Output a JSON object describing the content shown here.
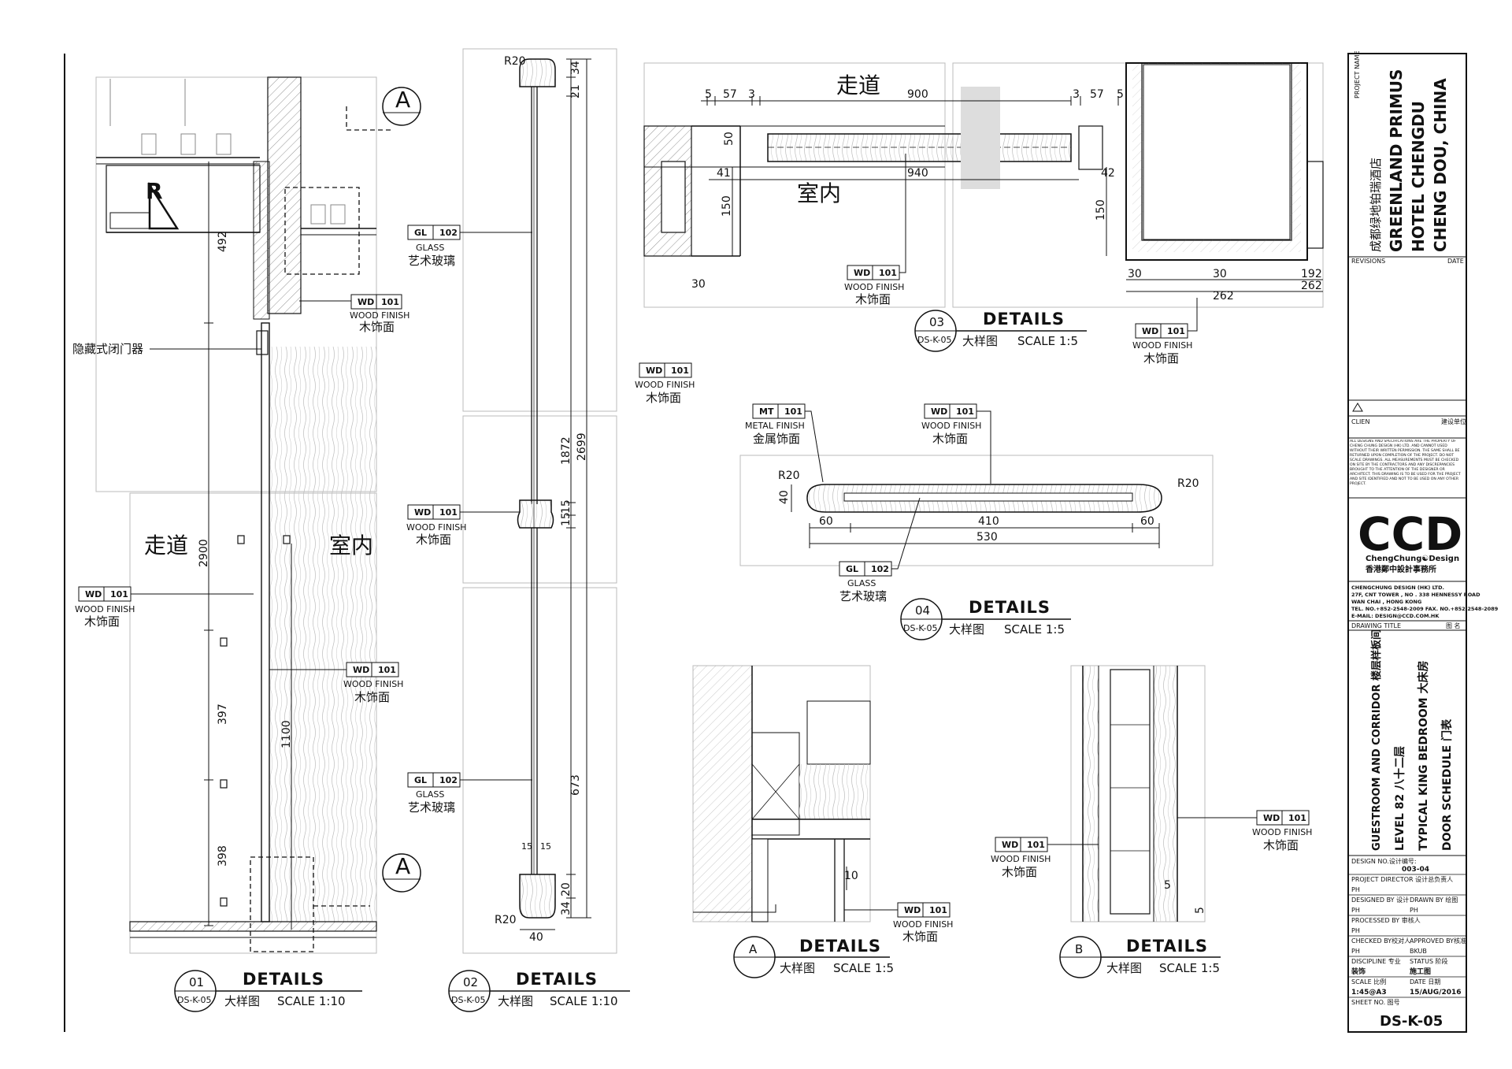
{
  "tags": {
    "wd": {
      "code": "WD",
      "num": "101",
      "en": "WOOD FINISH",
      "cn": "木饰面"
    },
    "gl": {
      "code": "GL",
      "num": "102",
      "en": "GLASS",
      "cn": "艺术玻璃"
    },
    "mt": {
      "code": "MT",
      "num": "101",
      "en": "METAL FINISH",
      "cn": "金属饰面"
    }
  },
  "labels": {
    "corridor": "走道",
    "interior": "室内",
    "closer": "隐藏式闭门器",
    "r": "R",
    "a": "A",
    "b": "B"
  },
  "details": [
    {
      "num": "01",
      "sheet": "DS-K-05",
      "title": "DETAILS",
      "cn": "大样图",
      "scale": "SCALE  1:10"
    },
    {
      "num": "02",
      "sheet": "DS-K-05",
      "title": "DETAILS",
      "cn": "大样图",
      "scale": "SCALE  1:10"
    },
    {
      "num": "03",
      "sheet": "DS-K-05",
      "title": "DETAILS",
      "cn": "大样图",
      "scale": "SCALE  1:5"
    },
    {
      "num": "04",
      "sheet": "DS-K-05",
      "title": "DETAILS",
      "cn": "大样图",
      "scale": "SCALE  1:5"
    },
    {
      "num": "A",
      "sheet": "",
      "title": "DETAILS",
      "cn": "大样图",
      "scale": "SCALE  1:5"
    },
    {
      "num": "B",
      "sheet": "",
      "title": "DETAILS",
      "cn": "大样图",
      "scale": "SCALE  1:5"
    }
  ],
  "dims": {
    "d1": [
      "492",
      "2900",
      "397",
      "1100",
      "398"
    ],
    "d2": [
      "R20",
      "34",
      "21",
      "1872",
      "2699",
      "15",
      "15",
      "673",
      "15",
      "15",
      "20",
      "34",
      "40",
      "R20"
    ],
    "d3": [
      "5",
      "57",
      "3",
      "900",
      "3",
      "57",
      "5",
      "50",
      "41",
      "940",
      "42",
      "150",
      "150",
      "30",
      "30",
      "192",
      "30",
      "262"
    ],
    "d4": [
      "R20",
      "R20",
      "40",
      "60",
      "410",
      "60",
      "530"
    ],
    "dA": [
      "10"
    ],
    "dB": [
      "5",
      "5"
    ]
  },
  "titleblock": {
    "project_name_label": "PROJECT NAME",
    "project_cn": "成都绿地铂瑞酒店",
    "project_l1": "GREENLAND PRIMUS",
    "project_l2": "HOTEL CHENGDU",
    "project_l3": "CHENG DOU, CHINA",
    "revisions": "REVISIONS",
    "date": "DATE",
    "client": "CLIEN",
    "client_cn": "建设单位",
    "disclaimer": "ALL DESIGNS AND SPECIFICATIONS ARE THE PROPERTY OF CHENG CHUNG DESIGN (HK) LTD. AND CANNOT USED WITHOUT THEIR WRITTEN PERMISSION. THE SAME SHALL BE RETURNED UPON COMPLETION OF THE PROJECT. DO NOT SCALE DRAWINGS. ALL MEASUREMENTS MUST BE CHECKED ON SITE BY THE CONTRACTORS AND ANY DISCREPANCIES BROUGHT TO THE ATTENTION OF THE DESIGNER OR ARCHITECT. THIS DRAWING IS TO BE USED FOR THE PROJECT AND SITE IDENTIFIED AND NOT TO BE USED ON ANY OTHER PROJECT.",
    "logo": "CCD",
    "logo_sub": "ChengChung☯Design",
    "logo_cn": "香港鄭中設計事務所",
    "company": "CHENGCHUNG DESIGN (HK) LTD.",
    "addr1": "27F, CNT TOWER , NO . 338 HENNESSY ROAD",
    "addr2": "WAN CHAI , HONG KONG",
    "tel": "TEL. NO.+852-2548-2009   FAX. NO.+852-2548-2089",
    "email": "E-MAIL: DESIGN@CCD.COM.HK",
    "drawing_title": "DRAWING TITLE",
    "drawing_title_cn": "图 名",
    "t1": "GUESTROOM AND CORRIDOR  楼层样板间",
    "t2": "LEVEL 82   八十二层",
    "t3": "TYPICAL KING BEDROOM   大床房",
    "t4": "DOOR SCHEDULE        门表",
    "design_no_label": "DESIGN NO.设计编号:",
    "design_no": "003-04",
    "pd_label": "PROJECT DIRECTOR   设计总负责人",
    "pd": "PH",
    "designed_label": "DESIGNED BY 设计",
    "drawn_label": "DRAWN BY  绘图",
    "designed": "PH",
    "drawn": "PH",
    "processed_label": "PROCESSED BY 审核人",
    "processed": "PH",
    "checked_label": "CHECKED BY校对人",
    "approved_label": "APPROVED BY核准",
    "checked": "PH",
    "approved": "BKUB",
    "discipline_label": "DISCIPLINE  专业",
    "status_label": "STATUS  阶段",
    "discipline": "装饰",
    "status": "施工图",
    "scale_label": "SCALE  比例",
    "date_label": "DATE   日期",
    "scale": "1:45@A3",
    "date_val": "15/AUG/2016",
    "sheet_label": "SHEET NO.  图号",
    "sheet": "DS-K-05"
  }
}
